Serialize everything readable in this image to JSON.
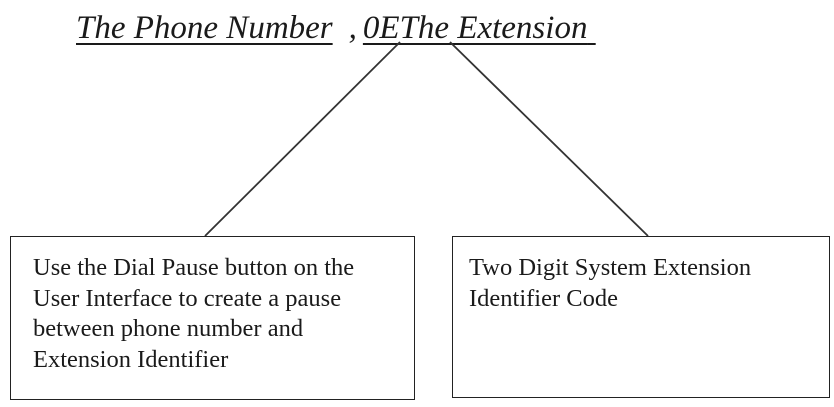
{
  "header": {
    "phone_number": "The Phone Number",
    "separator": ",",
    "code": "0E",
    "extension": "The Extension"
  },
  "callouts": {
    "left_text": "Use the Dial Pause button on the User Interface to create a pause between phone number and Extension Identifier",
    "right_text": "Two Digit System Extension Identifier Code"
  }
}
